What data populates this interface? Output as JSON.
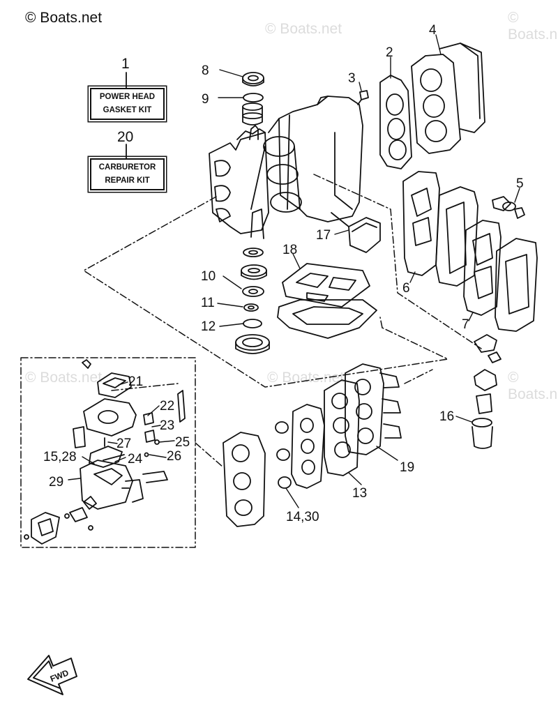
{
  "watermark": {
    "text": "© Boats.net"
  },
  "kits": [
    {
      "ref": "1",
      "line1": "POWER HEAD",
      "line2": "GASKET KIT"
    },
    {
      "ref": "20",
      "line1": "CARBURETOR",
      "line2": "REPAIR KIT"
    }
  ],
  "callouts": [
    "2",
    "3",
    "4",
    "5",
    "6",
    "7",
    "8",
    "9",
    "10",
    "11",
    "12",
    "13",
    "14,30",
    "15,28",
    "16",
    "17",
    "18",
    "19",
    "21",
    "22",
    "23",
    "24",
    "25",
    "26",
    "27",
    "29"
  ],
  "fwd_label": "FWD"
}
